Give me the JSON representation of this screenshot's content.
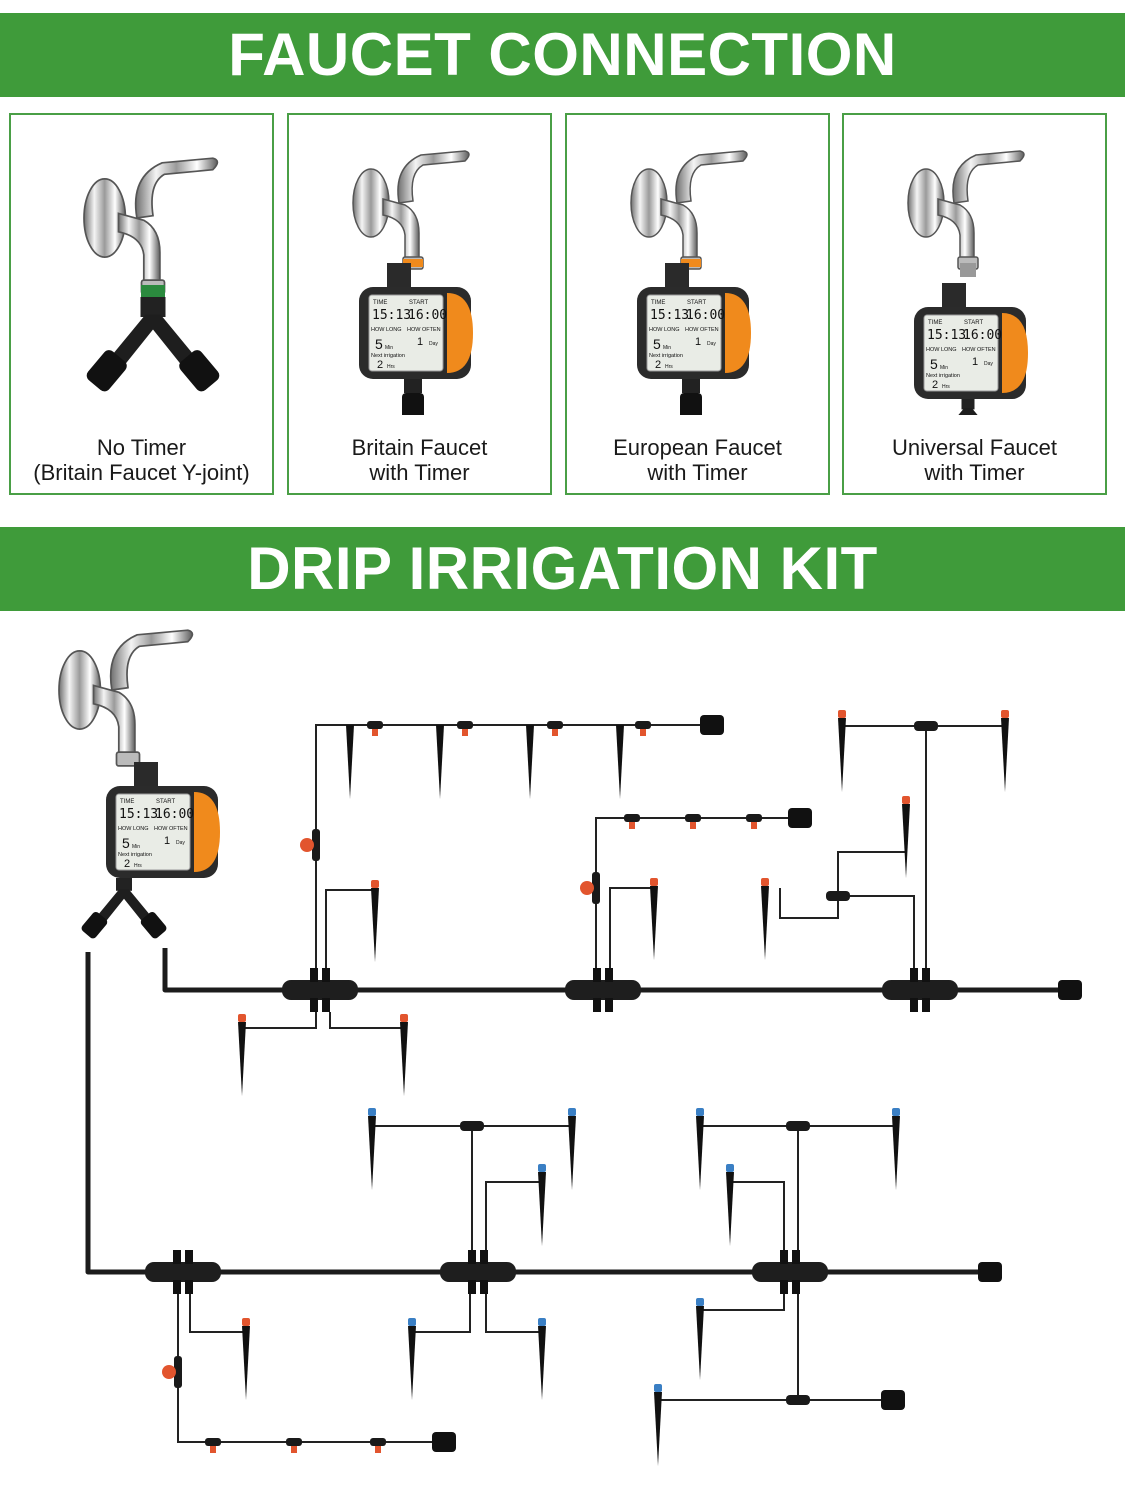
{
  "banners": {
    "faucet_connection": "FAUCET CONNECTION",
    "drip_kit": "DRIP IRRIGATION KIT"
  },
  "panels": [
    {
      "line1": "No Timer",
      "line2": "(Britain Faucet Y-joint)",
      "icon": "faucet-y-joint-icon"
    },
    {
      "line1": "Britain Faucet",
      "line2": "with Timer",
      "icon": "faucet-timer-icon"
    },
    {
      "line1": "European Faucet",
      "line2": "with Timer",
      "icon": "faucet-timer-icon"
    },
    {
      "line1": "Universal Faucet",
      "line2": "with Timer",
      "icon": "faucet-timer-y-joint-icon"
    }
  ],
  "timer_display": {
    "time_label": "TIME",
    "start_label": "START",
    "time_value": "15:13",
    "start_value": "16:00",
    "how_long_label": "HOW LONG",
    "how_often_label": "HOW OFTEN",
    "how_long_value": "5",
    "how_long_unit": "Min",
    "how_often_value": "1",
    "how_often_unit": "Day",
    "next_label": "Next irrigation",
    "next_value": "2",
    "next_unit": "Hrs"
  },
  "colors": {
    "banner_green": "#3f9b3a",
    "panel_border": "#4a9f46",
    "tube": "#1c1c1c",
    "dripper_red": "#e2552e",
    "dripper_blue": "#3a7fc4",
    "timer_orange": "#f08a1c"
  }
}
